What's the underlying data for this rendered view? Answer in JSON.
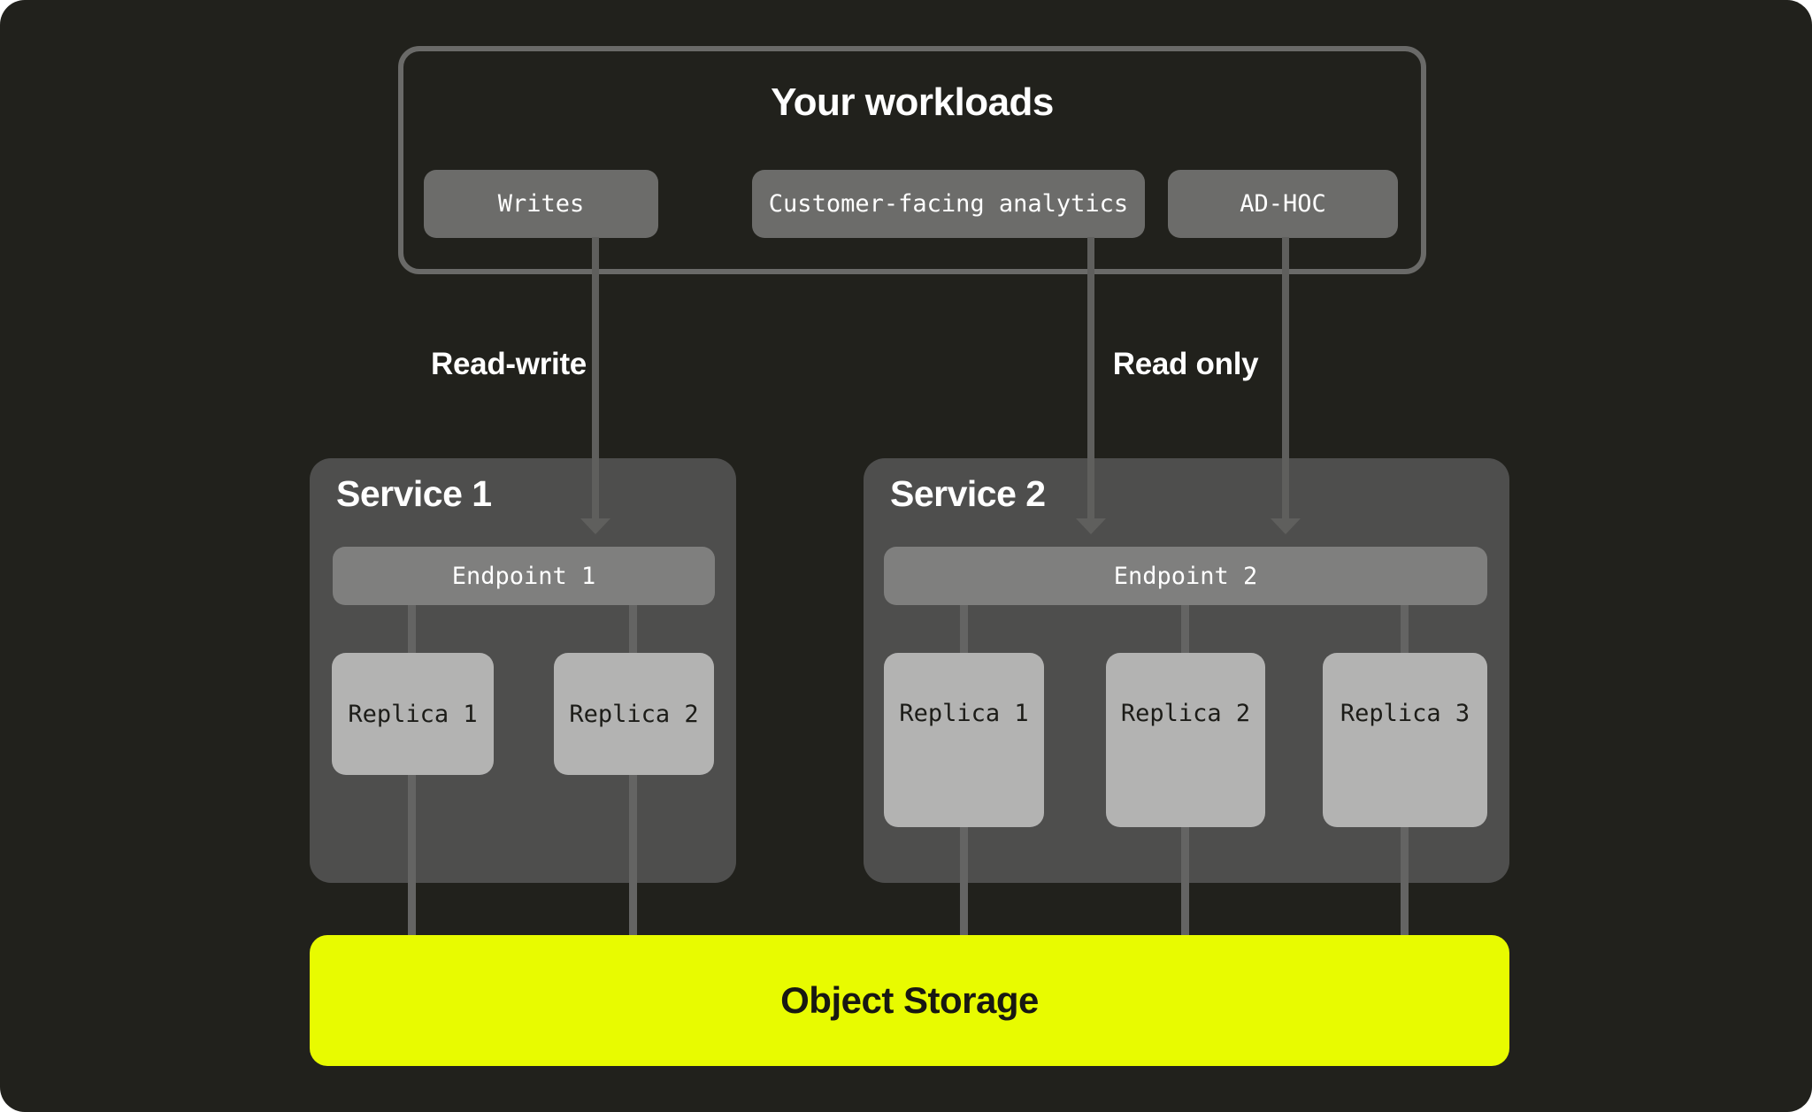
{
  "colors": {
    "background": "#21211c",
    "group_border": "#6a6a68",
    "workload_node": "#6c6c6a",
    "service_box": "#4e4e4d",
    "endpoint_bar": "#7f7f7e",
    "replica_box": "#b3b3b2",
    "arrow_line": "#5f5f5d",
    "connector_line": "#646463",
    "storage_accent": "#e8fb00",
    "text_light": "#ffffff",
    "text_dark": "#1c1c18"
  },
  "workloads": {
    "title": "Your workloads",
    "items": [
      {
        "label": "Writes"
      },
      {
        "label": "Customer-facing analytics"
      },
      {
        "label": "AD-HOC"
      }
    ]
  },
  "flows": {
    "read_write": "Read-write",
    "read_only": "Read only"
  },
  "services": [
    {
      "title": "Service 1",
      "endpoint": "Endpoint 1",
      "replicas": [
        {
          "label": "Replica 1"
        },
        {
          "label": "Replica 2"
        }
      ]
    },
    {
      "title": "Service 2",
      "endpoint": "Endpoint 2",
      "replicas": [
        {
          "label": "Replica 1"
        },
        {
          "label": "Replica 2"
        },
        {
          "label": "Replica 3"
        }
      ]
    }
  ],
  "storage": {
    "label": "Object Storage"
  }
}
